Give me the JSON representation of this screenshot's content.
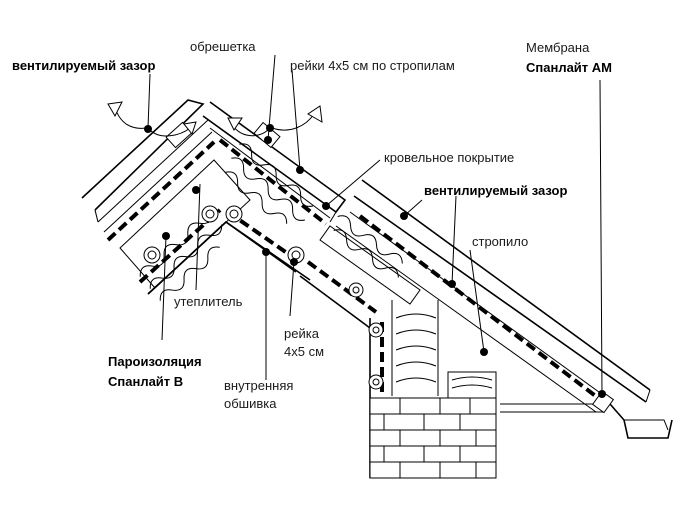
{
  "labels": {
    "vent_gap_left": "вентилируемый зазор",
    "lathing": "обрешетка",
    "battens_rafters": "рейки 4х5 см по стропилам",
    "membrane_line1": "Мембрана",
    "membrane_line2": "Спанлайт АМ",
    "roof_covering": "кровельное покрытие",
    "vent_gap_right": "вентилируемый зазор",
    "rafter": "стропило",
    "insulation": "утеплитель",
    "batten_line1": "рейка",
    "batten_line2": "4х5 см",
    "vapor_line1": "Пароизоляция",
    "vapor_line2": "Спанлайт В",
    "inner_line1": "внутренняя",
    "inner_line2": "обшивка"
  },
  "colors": {
    "ink": "#000000",
    "paper": "#ffffff"
  }
}
